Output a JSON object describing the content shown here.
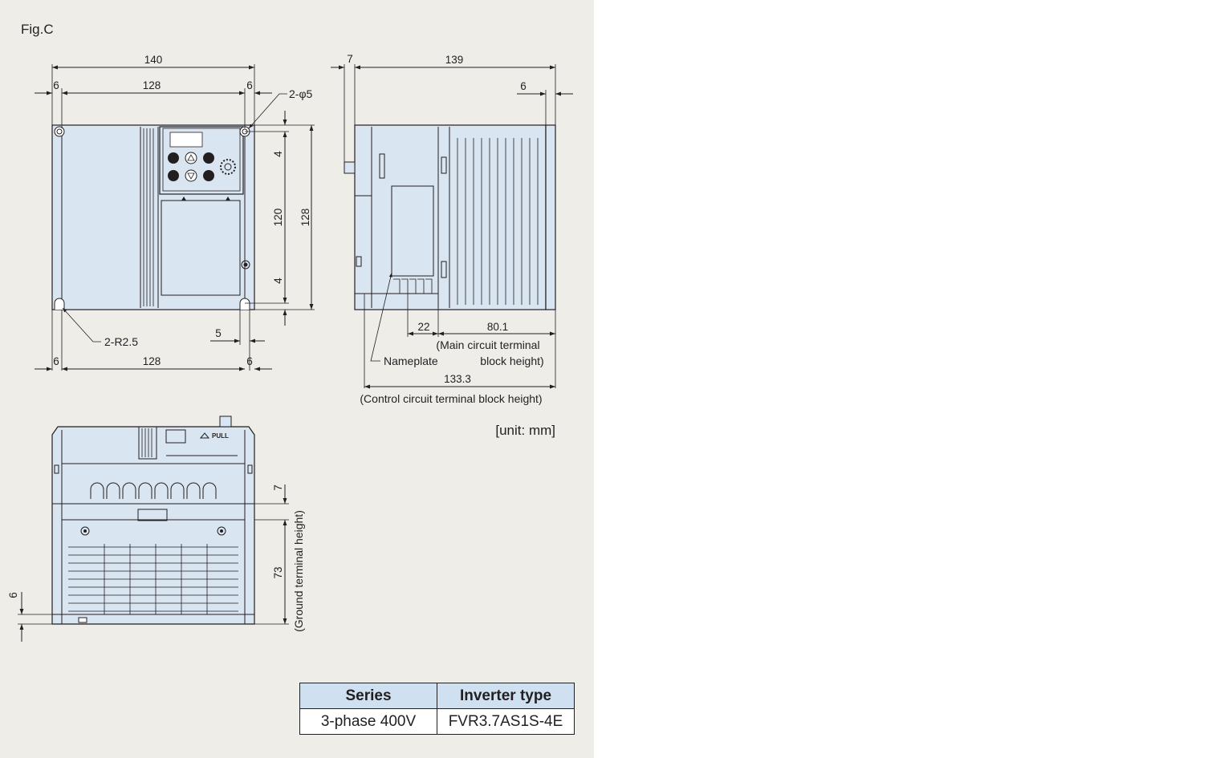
{
  "figure": {
    "label": "Fig.C"
  },
  "front_view": {
    "overall_width": "140",
    "hole_pitch_top": "128",
    "edge_left_top": "6",
    "edge_right_top": "6",
    "mount_holes": "2-φ5",
    "mount_slots": "2-R2.5",
    "slot_width": "5",
    "edge_left_bottom": "6",
    "hole_pitch_bottom": "128",
    "edge_right_bottom": "6",
    "top_offset": "4",
    "hole_pitch_vertical": "120",
    "bottom_offset": "4",
    "overall_height": "128"
  },
  "side_view": {
    "knob_depth": "7",
    "depth": "139",
    "rear_offset": "6",
    "main_terminal_offset": "22",
    "main_terminal_height": "80.1",
    "main_terminal_caption_1": "(Main circuit terminal",
    "main_terminal_caption_2": "block height)",
    "nameplate": "Nameplate",
    "control_terminal_height": "133.3",
    "control_terminal_caption": "(Control circuit terminal block height)"
  },
  "bottom_view": {
    "top_step": "7",
    "ground_terminal_height": "73",
    "ground_terminal_caption": "(Ground terminal height)",
    "foot_height": "6",
    "pull_label": "PULL"
  },
  "unit_note": "[unit: mm]",
  "spec_table": {
    "headers": [
      "Series",
      "Inverter type"
    ],
    "rows": [
      [
        "3-phase 400V",
        "FVR3.7AS1S-4E"
      ]
    ]
  },
  "colors": {
    "panel_bg": "#eeede8",
    "body_fill": "#d9e5f0",
    "header_fill": "#cfe1f0",
    "line": "#231f20"
  }
}
